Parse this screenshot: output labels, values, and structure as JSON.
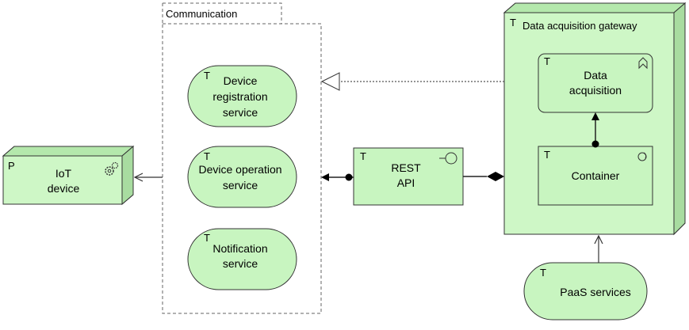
{
  "colors": {
    "fill": "#c8f5c0",
    "fill_dark": "#a8dca0",
    "node_fill": "#d4f8cc",
    "stroke": "#333333",
    "dashed": "#666666"
  },
  "groups": {
    "communication": {
      "title": "Communication"
    }
  },
  "nodes": {
    "iot_device": {
      "tag": "P",
      "line1": "IoT",
      "line2": "device",
      "icon": "gears-icon"
    },
    "gateway": {
      "tag": "T",
      "title": "Data acquisition gateway"
    },
    "data_acquisition": {
      "tag": "T",
      "line1": "Data",
      "line2": "acquisition",
      "icon": "function-icon"
    },
    "container": {
      "tag": "T",
      "line1": "Container",
      "icon": "system-software-icon"
    },
    "rest_api": {
      "tag": "T",
      "line1": "REST",
      "line2": "API",
      "icon": "interface-icon"
    },
    "device_registration": {
      "tag": "T",
      "line1": "Device",
      "line2": "registration",
      "line3": "service"
    },
    "device_operation": {
      "tag": "T",
      "line1": "Device operation",
      "line2": "service"
    },
    "notification": {
      "tag": "T",
      "line1": "Notification",
      "line2": "service"
    },
    "paas": {
      "tag": "T",
      "line1": "PaaS services"
    }
  }
}
